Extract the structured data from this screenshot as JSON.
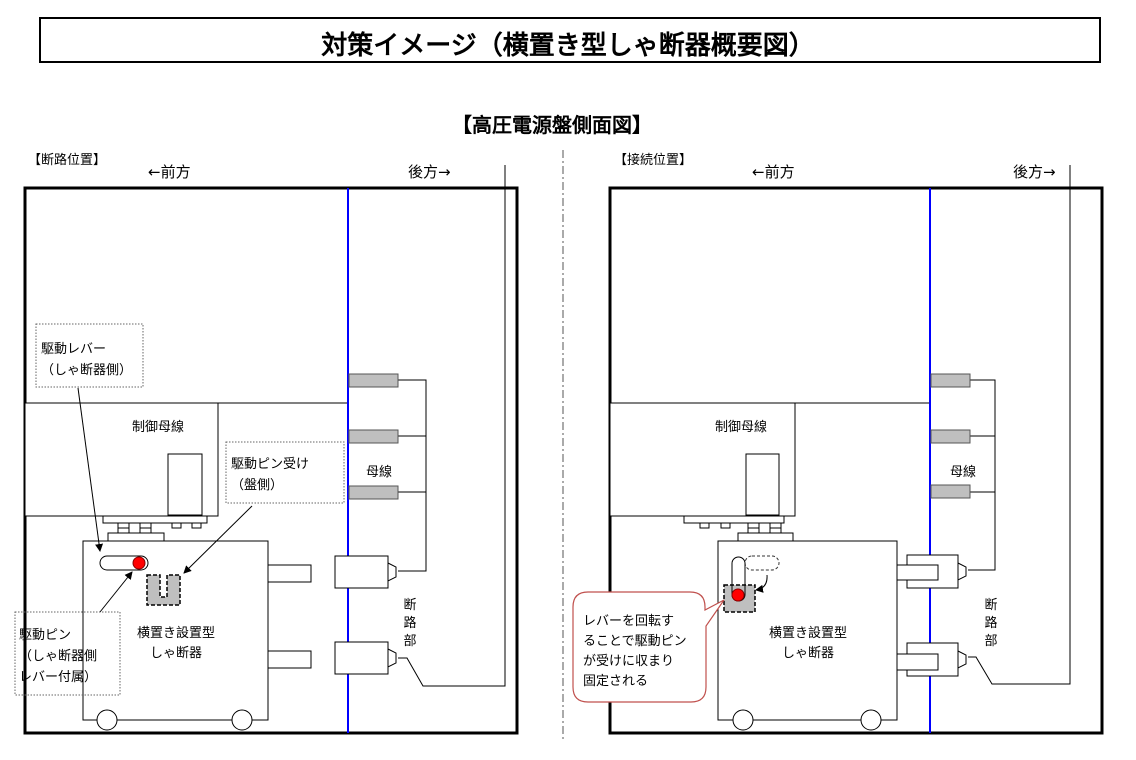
{
  "title": "対策イメージ（横置き型しゃ断器概要図）",
  "subtitle": "【高圧電源盤側面図】",
  "left": {
    "label": "【断路位置】",
    "front": "←前方",
    "back": "後方→",
    "control_bus": "制御母線",
    "bus": "母線",
    "disconnect": [
      "断",
      "路",
      "部"
    ],
    "breaker": [
      "横置き設置型",
      "しゃ断器"
    ],
    "callout_lever": [
      "駆動レバー",
      "（しゃ断器側）"
    ],
    "callout_receiver": [
      "駆動ピン受け",
      "（盤側）"
    ],
    "callout_pin": [
      "駆動ピン",
      "（しゃ断器側",
      "レバー付属）"
    ]
  },
  "right": {
    "label": "【接続位置】",
    "front": "←前方",
    "back": "後方→",
    "control_bus": "制御母線",
    "bus": "母線",
    "disconnect": [
      "断",
      "路",
      "部"
    ],
    "breaker": [
      "横置き設置型",
      "しゃ断器"
    ],
    "callout_note": [
      "レバーを回転す",
      "ることで駆動ピン",
      "が受けに収まり",
      "固定される"
    ]
  },
  "colors": {
    "bus_line": "#0000ff",
    "pin": "#ff0000",
    "callout_border": "#c0504d"
  }
}
